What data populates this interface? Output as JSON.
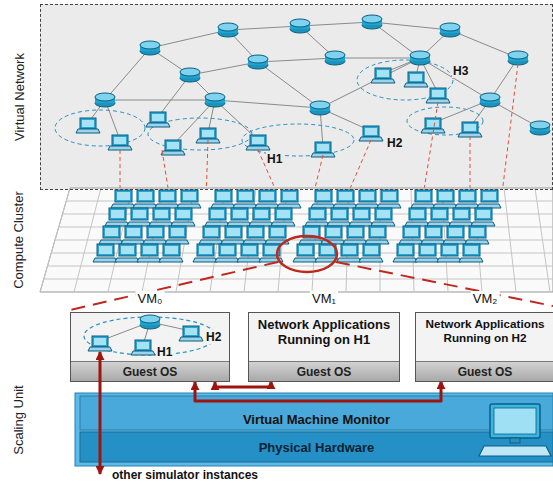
{
  "diagram": {
    "nodes": [
      {
        "text": [
          "Virtual Network"
        ]
      },
      {
        "text": [
          "VM₀"
        ]
      },
      {
        "text": [
          "Guest OS"
        ],
        "in": 1
      },
      {
        "text": [
          "VM₁",
          "Network Applications Running on H1"
        ]
      },
      {
        "text": [
          "Guest OS"
        ],
        "in": 3
      },
      {
        "text": [
          "VM₂",
          "Network Applications Running on H2"
        ]
      },
      {
        "text": [
          "Guest OS"
        ],
        "in": 5
      },
      {
        "text": [
          "Virtual Machine Monitor"
        ]
      },
      {
        "text": [
          "Physical Hardware"
        ]
      }
    ],
    "edges": [
      {
        "from": 1,
        "to": 4,
        "arrow": "both"
      },
      {
        "from": 1,
        "to": 6,
        "arrow": "both"
      }
    ],
    "labels": [
      "H3",
      "H2",
      "H1",
      "Compute Cluster",
      "Scaling Unit",
      "H1",
      "H2",
      "other simulator instances"
    ]
  }
}
